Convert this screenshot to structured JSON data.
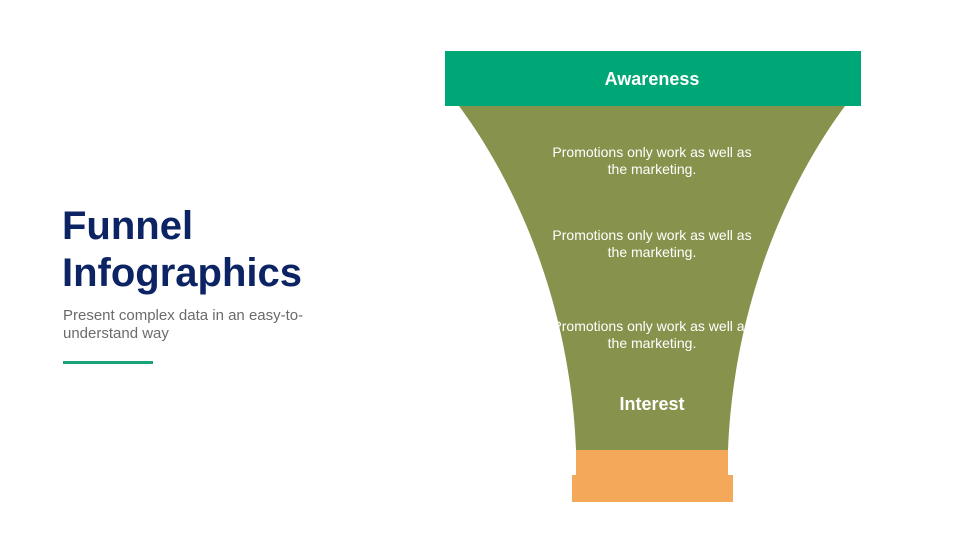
{
  "title_line1": "Funnel",
  "title_line2": "Infographics",
  "subtitle": "Present complex data in an easy-to-understand way",
  "funnel": {
    "top_label": "Awareness",
    "items": [
      "Promotions only work as well as the marketing.",
      "Promotions only work as well as the marketing.",
      "Promotions only work as well as the marketing."
    ],
    "bottom_label": "Interest"
  },
  "colors": {
    "title": "#0d2464",
    "top": "#00a776",
    "funnel": "#87934d",
    "base": "#f4a85a",
    "accent": "#1aa37a"
  }
}
